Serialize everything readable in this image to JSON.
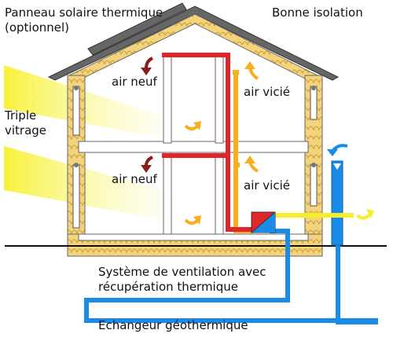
{
  "labels": {
    "solar_panel_line1": "Panneau solaire thermique",
    "solar_panel_line2": "(optionnel)",
    "insulation": "Bonne isolation",
    "glazing_line1": "Triple",
    "glazing_line2": "vitrage",
    "fresh_air_upper": "air neuf",
    "stale_air_upper": "air vicié",
    "fresh_air_lower": "air neuf",
    "stale_air_lower": "air vicié",
    "ventilation_line1": "Système de ventilation avec",
    "ventilation_line2": "récupération thermique",
    "geothermal": "Echangeur géothermique"
  },
  "colors": {
    "fresh_air": "#e0262b",
    "stale_air": "#f7ae1f",
    "cold_air": "#1a8ce8",
    "insulation": "#f3d47c",
    "sunlight": "#f7f24a",
    "roof": "#666666",
    "walls": "#555555",
    "exhaust": "#f6ee2a"
  },
  "icons": [
    "sun-rays",
    "down-arrow-icon",
    "curved-arrow-icon",
    "heat-exchanger-icon",
    "insulation-pattern"
  ]
}
